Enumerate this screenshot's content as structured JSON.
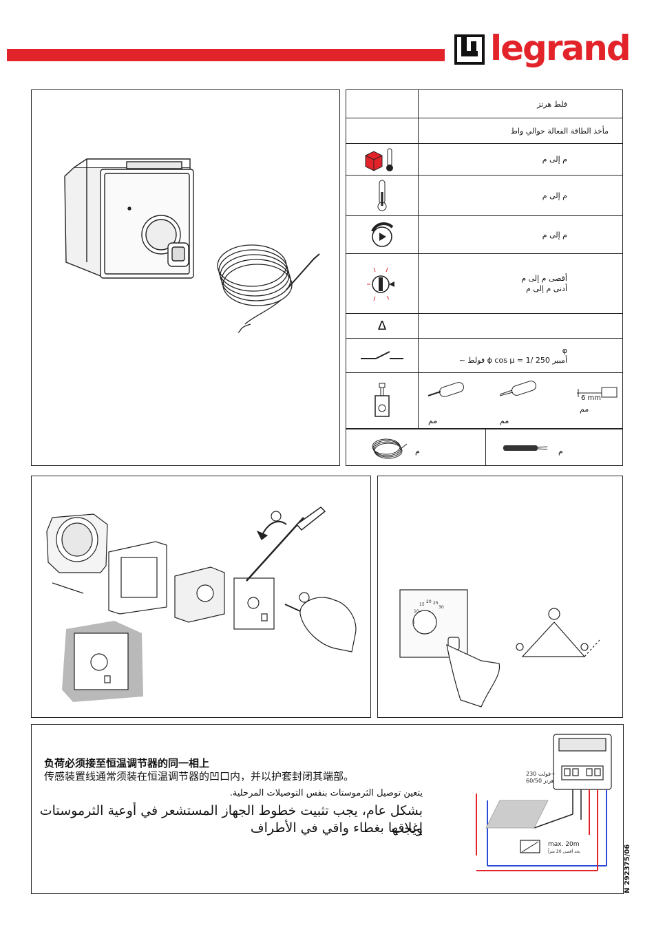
{
  "brand": {
    "name": "legrand",
    "color": "#e3232a"
  },
  "specs": {
    "voltage_label": "فلط         هرتز",
    "power_label": "مأخذ الطاقة الفعالة   حوالي      واط",
    "ambient_temp_label": "م إلى         م",
    "storage_temp_label": "م إلى         م",
    "setting_range_label": "م إلى         م",
    "limits_max_label": "أقصى    م إلى      م",
    "limits_min_label": "أدنى    م إلى          م",
    "phi_symbol": "φ",
    "relay_label": "أمبير ϕ cos μ = 1/ 250 فولط ~",
    "strip_length": "6 mm",
    "wire_a_label": "مم",
    "wire_b_label": "مم",
    "wire_c_label": "مم",
    "cable_label": "م",
    "sensor_label": "م"
  },
  "notes": {
    "zh_line1": "负荷必须接至恒温调节器的同一相上",
    "zh_line2": "传感装置线通常须装在恒温调节器的凹口内，并以护套封闭其端部。",
    "ar_line1": "يتعين توصيل الثرموستات بنفس التوصيلات المرحلية.",
    "ar_line2": "بشكل عام، يجب تثبيت خطوط الجهاز المستشعر في أوعية الثرموستات ويجب",
    "ar_line3": "إغلاقها بغطاء واقي في الأطراف"
  },
  "wiring": {
    "supply_label": "230 فولت~",
    "freq_label": "60/50 هرتز",
    "max_length": "max. 20m",
    "max_length_ar": "بحد أقصى 20 متراً"
  },
  "dial_scale": {
    "values": [
      "5",
      "10",
      "15",
      "20",
      "25",
      "30"
    ]
  },
  "doc_ref": "N 292375/06",
  "colors": {
    "red": "#e3232a",
    "blue": "#2a4bd7",
    "gray": "#b9b9b9"
  }
}
